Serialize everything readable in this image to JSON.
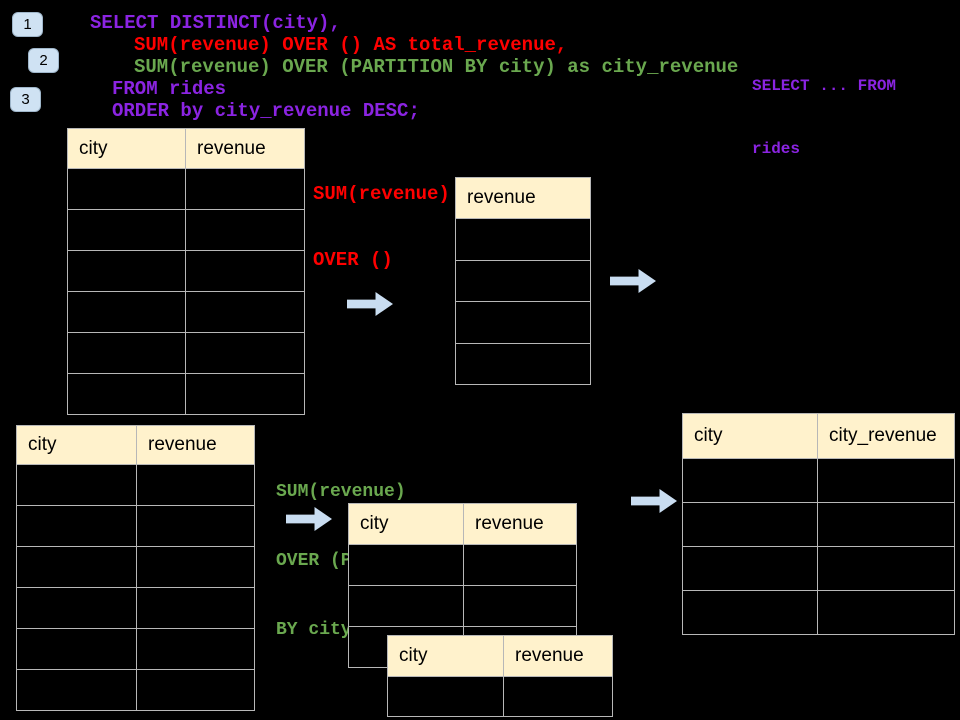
{
  "colors": {
    "background": "#000000",
    "sql_purple": "#8b24e2",
    "sql_red": "#ff0000",
    "sql_green": "#6aa84f",
    "table_header_bg": "#fff2cc",
    "table_border": "#b7b7b7",
    "badge_bg": "#cfe2f3",
    "arrow_fill": "#c9ddf1"
  },
  "badges": [
    {
      "label": "1"
    },
    {
      "label": "2"
    },
    {
      "label": "3"
    }
  ],
  "sql_code": {
    "lines": [
      {
        "text": "SELECT DISTINCT(city),",
        "color": "sql_purple"
      },
      {
        "text": "SUM(revenue) OVER () AS total_revenue,",
        "color": "sql_red"
      },
      {
        "text": "SUM(revenue) OVER (PARTITION BY city) as city_revenue",
        "color": "sql_green"
      },
      {
        "text": "FROM rides",
        "color": "sql_purple"
      },
      {
        "text": "ORDER by city_revenue DESC;",
        "color": "sql_purple"
      }
    ]
  },
  "side_note": {
    "lines": [
      "SELECT ... FROM",
      "rides"
    ]
  },
  "annotations": {
    "total_revenue_note": {
      "lines": [
        "SUM(revenue)",
        "OVER ()"
      ]
    },
    "partition_note": {
      "lines": [
        "SUM(revenue)",
        "OVER (PARTITION",
        "BY city)"
      ]
    }
  },
  "tables": {
    "source_top": {
      "columns": [
        "city",
        "revenue"
      ],
      "empty_rows": 6
    },
    "total_revenue_result": {
      "columns": [
        "revenue"
      ],
      "empty_rows": 4
    },
    "source_bottom": {
      "columns": [
        "city",
        "revenue"
      ],
      "empty_rows": 6
    },
    "partition_mid": {
      "columns": [
        "city",
        "revenue"
      ],
      "empty_rows": 3
    },
    "partition_overlay": {
      "columns": [
        "city",
        "revenue"
      ],
      "empty_rows": 1
    },
    "city_revenue_result": {
      "columns": [
        "city",
        "city_revenue"
      ],
      "empty_rows": 4
    }
  }
}
